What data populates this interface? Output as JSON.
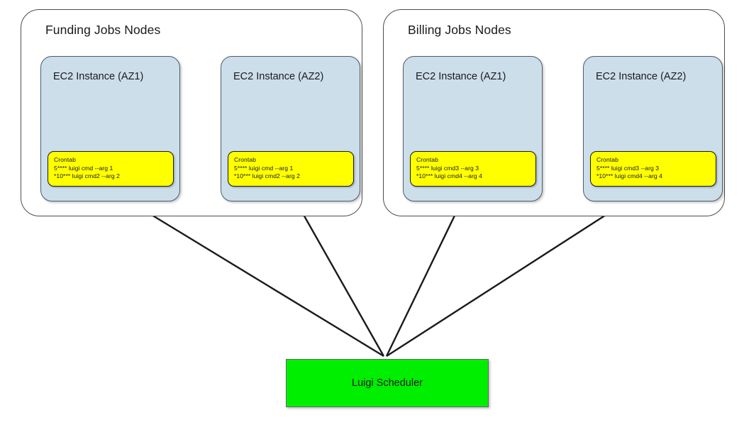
{
  "diagram": {
    "groups": [
      {
        "title": "Funding Jobs Nodes",
        "instances": [
          {
            "title": "EC2 Instance (AZ1)",
            "crontab": {
              "heading": "Crontab",
              "lines": [
                "5**** luigi cmd --arg 1",
                "*10*** luigi cmd2 --arg 2"
              ]
            }
          },
          {
            "title": "EC2 Instance (AZ2)",
            "crontab": {
              "heading": "Crontab",
              "lines": [
                "5**** luigi cmd --arg 1",
                "*10*** luigi cmd2 --arg 2"
              ]
            }
          }
        ]
      },
      {
        "title": "Billing Jobs Nodes",
        "instances": [
          {
            "title": "EC2 Instance (AZ1)",
            "crontab": {
              "heading": "Crontab",
              "lines": [
                "5**** luigi cmd3 --arg 3",
                "*10*** luigi cmd4 --arg 4"
              ]
            }
          },
          {
            "title": "EC2 Instance (AZ2)",
            "crontab": {
              "heading": "Crontab",
              "lines": [
                "5**** luigi cmd3 --arg 3",
                "*10*** luigi cmd4 --arg 4"
              ]
            }
          }
        ]
      }
    ],
    "scheduler": {
      "label": "Luigi Scheduler"
    },
    "colors": {
      "instance_fill": "#cddeeb",
      "instance_border": "#4f5b66",
      "crontab_fill": "#ffff00",
      "crontab_border": "#1a1a1a",
      "scheduler_fill": "#00ee00",
      "scheduler_border": "#666666",
      "group_border": "#4d4d4d",
      "arrow": "#1a1a1a"
    }
  }
}
